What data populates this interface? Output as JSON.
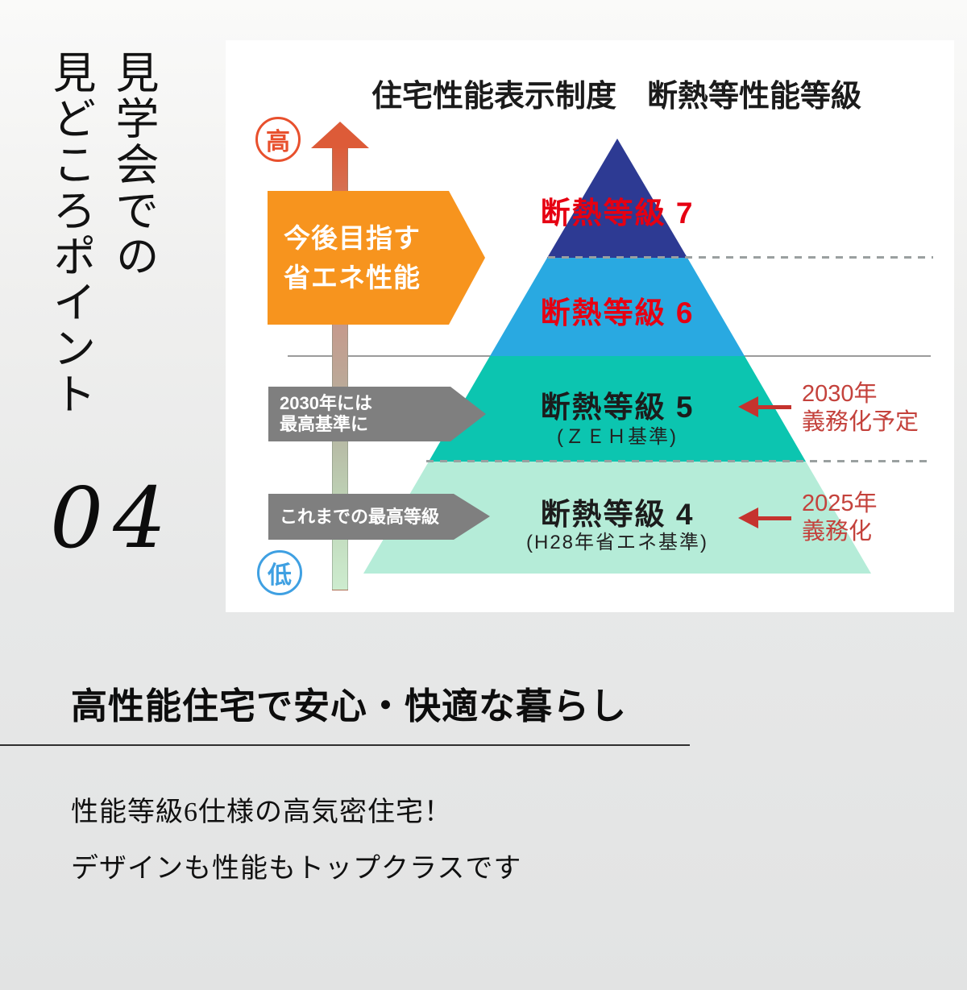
{
  "sidebar": {
    "vertical_title_col1": "見学会での",
    "vertical_title_col2": "見どころポイント",
    "point_number": "04"
  },
  "diagram": {
    "title": "住宅性能表示制度　断熱等性能等級",
    "axis": {
      "high_label": "高",
      "low_label": "低"
    },
    "future_banner": {
      "line1": "今後目指す",
      "line2": "省エネ性能"
    },
    "banner_2030": {
      "line1": "2030年には",
      "line2": "最高基準に"
    },
    "banner_past": {
      "label": "これまでの最高等級"
    },
    "pyramid": {
      "levels": [
        {
          "label": "断熱等級 7",
          "sub": "",
          "color": "#2d3a93",
          "label_color": "#e60012"
        },
        {
          "label": "断熱等級 6",
          "sub": "",
          "color": "#29a9e1",
          "label_color": "#e60012"
        },
        {
          "label": "断熱等級 5",
          "sub": "(ＺＥＨ基準)",
          "color": "#0cc5b0",
          "label_color": "#1c1c1c"
        },
        {
          "label": "断熱等級 4",
          "sub": "(H28年省エネ基準)",
          "color": "#b5ecd8",
          "label_color": "#1c1c1c"
        }
      ]
    },
    "annotations": [
      {
        "line1": "2030年",
        "line2": "義務化予定"
      },
      {
        "line1": "2025年",
        "line2": "義務化"
      }
    ]
  },
  "bottom": {
    "heading": "高性能住宅で安心・快適な暮らし",
    "line1": "性能等級6仕様の高気密住宅！",
    "line2": "デザインも性能もトップクラスです"
  },
  "colors": {
    "accent_orange": "#f7941e",
    "arrow_red": "#dd5b38",
    "high_circle": "#e8502d",
    "low_circle": "#3fa0e2",
    "grade_label_red": "#e60012",
    "mandatory_red": "#c5332e",
    "banner_gray": "#7f7f7f",
    "panel_bg": "#ffffff"
  }
}
